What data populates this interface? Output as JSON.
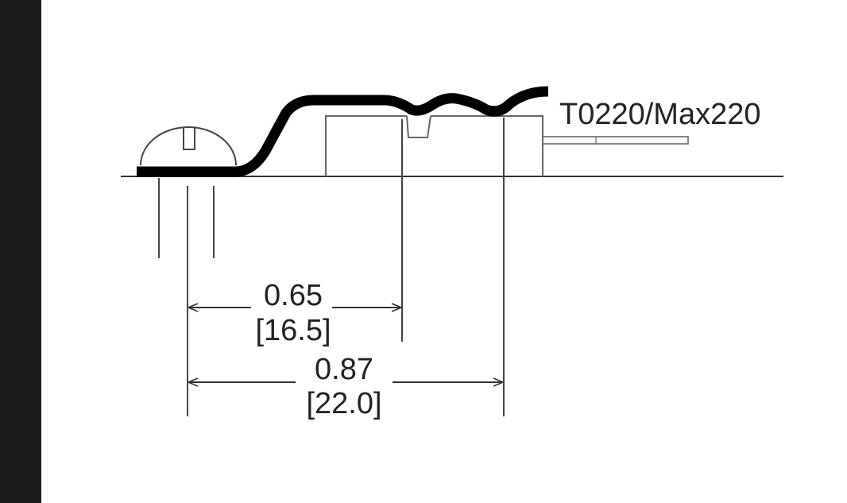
{
  "diagram": {
    "part_label": "T0220/Max220",
    "dimensions": [
      {
        "inches": "0.65",
        "millimeters": "[16.5]"
      },
      {
        "inches": "0.87",
        "millimeters": "[22.0]"
      }
    ]
  },
  "colors": {
    "side_bar": "#1c1c1e",
    "clip": "#000000",
    "line": "#333333"
  }
}
